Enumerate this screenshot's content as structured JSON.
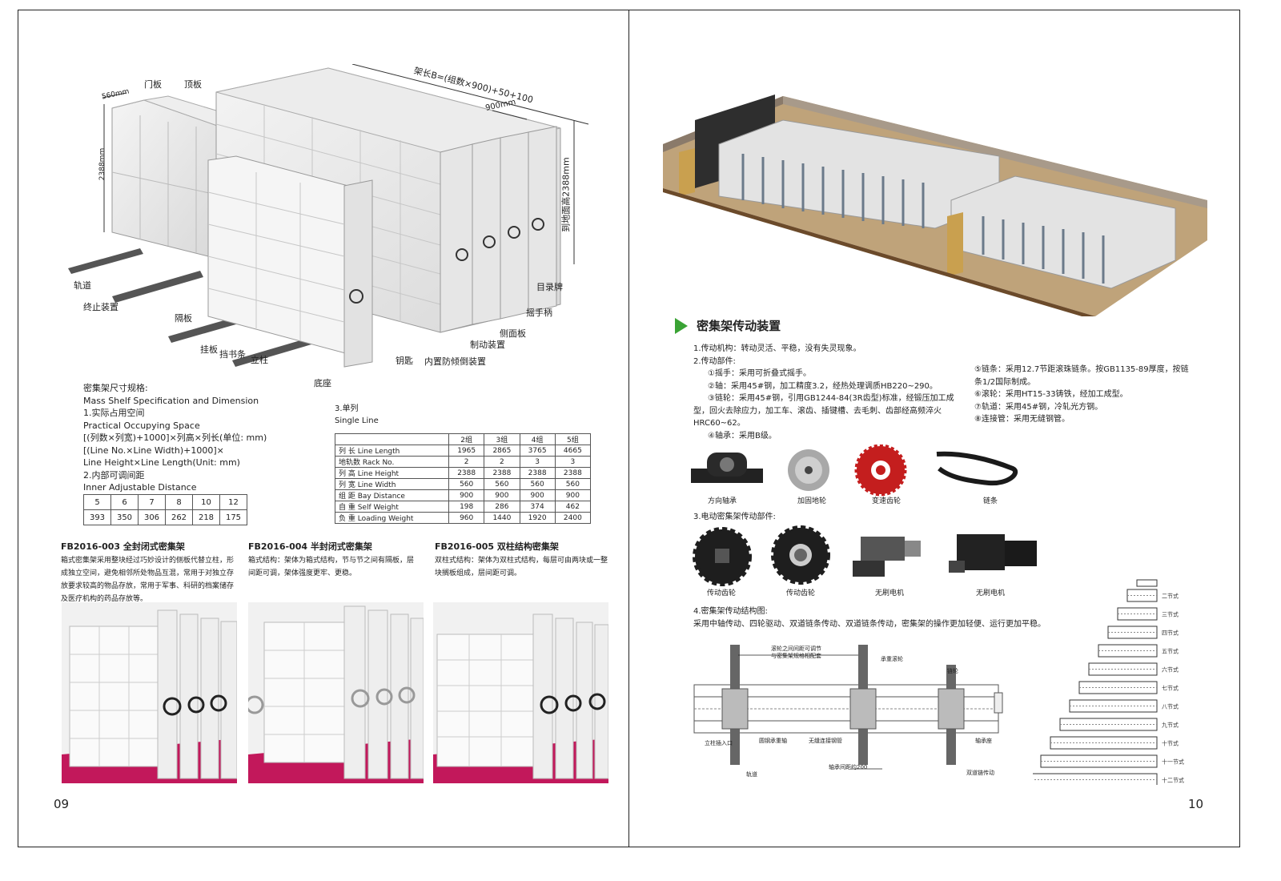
{
  "left": {
    "page_number": "09",
    "diagram_labels": {
      "door": "门板",
      "top": "顶板",
      "w560": "560mm",
      "h2388": "2388mm",
      "length_formula": "架长B=(组数×900)+50+100",
      "w900": "900mm",
      "height_total": "到地面高2388mm",
      "track": "轨道",
      "stop": "终止装置",
      "partition": "隔板",
      "hang": "挂板",
      "book_stop": "挡书条",
      "column": "立柱",
      "base": "底座",
      "key": "钥匙",
      "anti_tip": "内置防倾倒装置",
      "brake": "制动装置",
      "side_panel": "侧面板",
      "crank": "摇手柄",
      "catalog": "目录牌"
    },
    "spec": {
      "title_cn": "密集架尺寸规格:",
      "title_en": "Mass Shelf Specification and Dimension",
      "item1_cn": "1.实际占用空间",
      "item1_en": "Practical Occupying Space",
      "formula1": "[(列数×列宽)+1000]×列高×列长(单位: mm)",
      "formula2": "[(Line No.×Line Width)+1000]×",
      "formula3": "Line Height×Line Length(Unit: mm)",
      "item2_cn": "2.内部可调间距",
      "item2_en": "Inner Adjustable Distance",
      "distance_headers": [
        "5",
        "6",
        "7",
        "8",
        "10",
        "12"
      ],
      "distance_values": [
        "393",
        "350",
        "306",
        "262",
        "218",
        "175"
      ]
    },
    "single_line": {
      "title_cn": "3.单列",
      "title_en": "Single Line",
      "headers": [
        "",
        "2组",
        "3组",
        "4组",
        "5组"
      ],
      "rows": [
        [
          "列 长  Line Length",
          "1965",
          "2865",
          "3765",
          "4665"
        ],
        [
          "地轨数  Rack No.",
          "2",
          "2",
          "3",
          "3"
        ],
        [
          "列 高  Line Height",
          "2388",
          "2388",
          "2388",
          "2388"
        ],
        [
          "列 宽  Line Width",
          "560",
          "560",
          "560",
          "560"
        ],
        [
          "组 距  Bay Distance",
          "900",
          "900",
          "900",
          "900"
        ],
        [
          "自 重  Self Weight",
          "198",
          "286",
          "374",
          "462"
        ],
        [
          "负 重  Loading Weight",
          "960",
          "1440",
          "1920",
          "2400"
        ]
      ]
    },
    "products": [
      {
        "code": "FB2016-003",
        "name": "全封闭式密集架",
        "desc": [
          "箱式密集架采用整块经过巧妙设计的侧板代替立柱，形",
          "成独立空间，避免相邻所处物品互混，常用于对独立存",
          "放要求较高的物品存放，常用于军事、科研的档案储存",
          "及医疗机构的药品存放等。"
        ]
      },
      {
        "code": "FB2016-004",
        "name": "半封闭式密集架",
        "desc": [
          "箱式结构：架体为箱式结构，节与节之间有隔板，层",
          "间距可调，架体强度更牢、更稳。"
        ]
      },
      {
        "code": "FB2016-005",
        "name": "双柱结构密集架",
        "desc": [
          "双柱式结构：架体为双柱式结构，每层可由两块或一整",
          "块搁板组成，层间距可调。"
        ]
      }
    ]
  },
  "right": {
    "page_number": "10",
    "section_title": "密集架传动装置",
    "text_left": [
      "1.传动机构：转动灵活、平稳，没有失灵现象。",
      "2.传动部件:",
      "①摇手：采用可折叠式摇手。",
      "②轴：采用45#钢，加工精度3.2，经热处理调质HB220~290。",
      "③链轮：采用45#钢，引用GB1244-84(3R齿型)标准，经锻压加工成",
      "型，回火去除应力，加工车、滚齿、插键槽、去毛刺、齿部经高频淬火",
      "HRC60~62。",
      "④轴承：采用B级。"
    ],
    "text_right": [
      "⑤链条：采用12.7节距滚珠链条。按GB1135-89厚度，按链",
      "条1/2国际制成。",
      "⑥滚轮：采用HT15-33铸铁，经加工成型。",
      "⑦轨道：采用45#钢，冷轧光方钢。",
      "⑧连接管：采用无缝钢管。"
    ],
    "parts1": [
      "方向轴承",
      "加固地轮",
      "变速齿轮",
      "链条"
    ],
    "sub3": "3.电动密集架传动部件:",
    "parts2": [
      "传动齿轮",
      "传动齿轮",
      "无刷电机",
      "无刷电机"
    ],
    "sub4": "4.密集架传动结构图:",
    "sub4_desc": "采用中轴传动、四轮驱动、双道链条传动、双道链条传动，密集架的操作更加轻便、运行更加平稳。",
    "drive_labels": {
      "adjust1": "滚轮之间间距可调节",
      "adjust2": "与密集架规格相配套",
      "bearing_wheel": "承重滚轮",
      "sprocket": "链轮",
      "stop_in": "立柱插入口",
      "round_shaft": "圆钢承重轴",
      "seamless": "无缝连接钢管",
      "seat": "轴承座",
      "track": "轨道",
      "spacing": "轴承间距约200",
      "double_chain": "双道链传动"
    },
    "tiers": [
      "二节式",
      "三节式",
      "四节式",
      "五节式",
      "六节式",
      "七节式",
      "八节式",
      "九节式",
      "十节式",
      "十一节式",
      "十二节式"
    ]
  },
  "colors": {
    "gear_red": "#c41e1e",
    "arrow_green": "#3aa335",
    "floor_magenta": "#c2185b"
  }
}
